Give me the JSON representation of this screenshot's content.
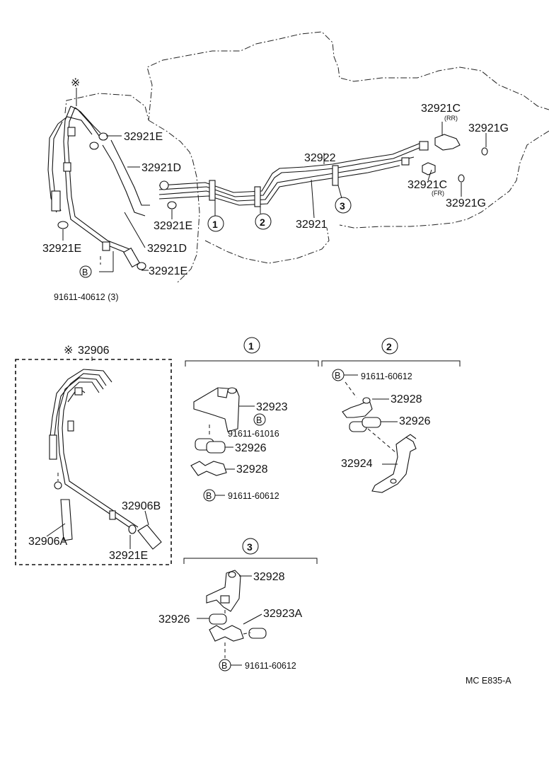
{
  "diagram": {
    "labels": {
      "l1": "32921E",
      "l2": "32921D",
      "l3": "32921E",
      "l4": "32921D",
      "l5": "32921E",
      "l6": "32921E",
      "l7": "91611-40612 (3)",
      "l8": "32922",
      "l9": "32921",
      "l10": "32921C",
      "l11": "(RR)",
      "l12": "32921G",
      "l13": "32921C",
      "l14": "(FR)",
      "l15": "32921G",
      "l16": "32906",
      "l17": "32906A",
      "l18": "32906B",
      "l19": "32921E",
      "l20": "32923",
      "l21": "91611-61016",
      "l22": "32926",
      "l23": "32928",
      "l24": "91611-60612",
      "l25": "91611-60612",
      "l26": "32928",
      "l27": "32926",
      "l28": "32924",
      "l29": "32928",
      "l30": "32926",
      "l31": "32923A",
      "l32": "91611-60612",
      "code": "MC  E835-A"
    },
    "symbols": {
      "star": "※",
      "bolt": "B"
    },
    "callouts": [
      "1",
      "2",
      "3"
    ]
  }
}
